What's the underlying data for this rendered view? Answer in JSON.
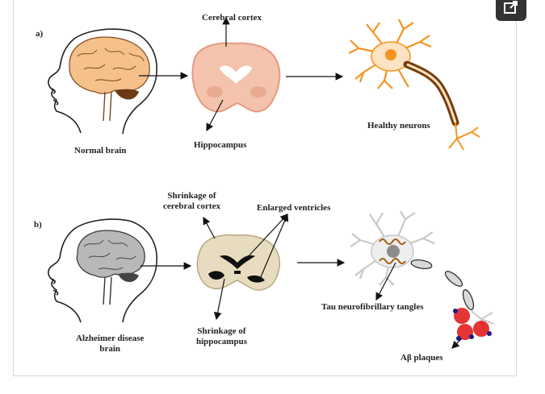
{
  "figure": {
    "panel_a": {
      "tag": "a)",
      "labels": {
        "cerebral_cortex": "Cerebral cortex",
        "normal_brain": "Normal brain",
        "hippocampus": "Hippocampus",
        "healthy_neurons": "Healthy neurons"
      }
    },
    "panel_b": {
      "tag": "b)",
      "labels": {
        "shrinkage_cortex_line1": "Shrinkage of",
        "shrinkage_cortex_line2": "cerebral cortex",
        "enlarged_ventricles": "Enlarged ventricles",
        "alzheimer_line1": "Alzheimer disease",
        "alzheimer_line2": "brain",
        "shrinkage_hippo_line1": "Shrinkage of",
        "shrinkage_hippo_line2": "hippocampus",
        "tau_tangles": "Tau neurofibrillary tangles",
        "ab_plaques": "Aβ plaques"
      }
    },
    "colors": {
      "healthy_brain": "#f5c08a",
      "healthy_outline": "#7a4a1e",
      "cerebellum_healthy": "#6b3a14",
      "healthy_slice": "#f3c3ad",
      "healthy_slice_dark": "#e49a80",
      "healthy_neuron": "#f7931e",
      "myelin": "#7a3d0a",
      "ad_brain": "#b8b8b8",
      "ad_slice": "#e8dcc0",
      "ad_neuron": "#c8c8c8",
      "tau": "#a05a12",
      "plaque_red": "#e01010",
      "plaque_blue": "#1a1a8c"
    }
  },
  "toolbar": {
    "expand_icon": "open-in-new-icon"
  }
}
